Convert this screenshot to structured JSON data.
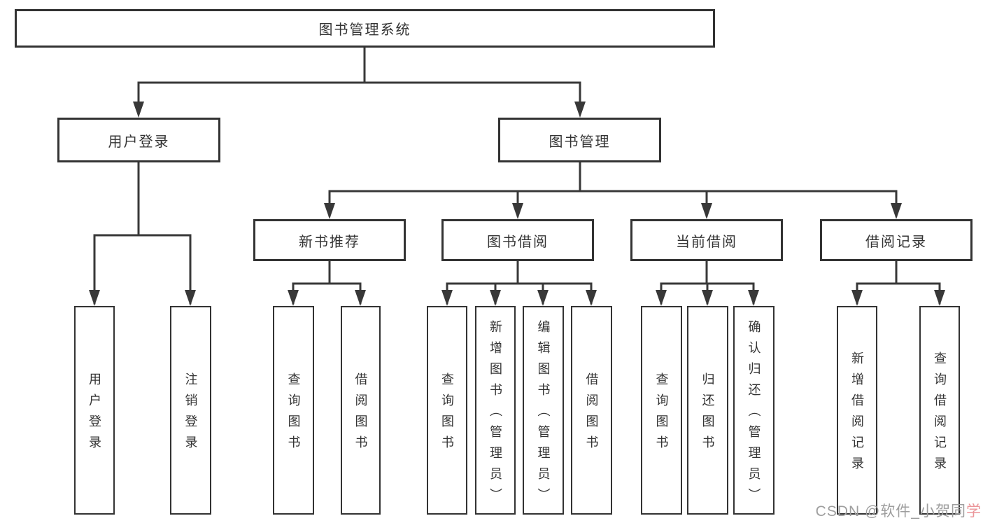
{
  "colors": {
    "line": "#383838",
    "border": "#333333",
    "text": "#333333",
    "watermark_gray": "#9e9e9e",
    "watermark_accent": "#eb9599"
  },
  "tree": {
    "root": {
      "label": "图书管理系统"
    },
    "branches": [
      {
        "label": "用户登录",
        "leaves": [
          {
            "label": "用户登录"
          },
          {
            "label": "注销登录"
          }
        ]
      },
      {
        "label": "图书管理",
        "groups": [
          {
            "label": "新书推荐",
            "leaves": [
              {
                "label": "查询图书"
              },
              {
                "label": "借阅图书"
              }
            ]
          },
          {
            "label": "图书借阅",
            "leaves": [
              {
                "label": "查询图书"
              },
              {
                "label": "新增图书（管理员）"
              },
              {
                "label": "编辑图书（管理员）"
              },
              {
                "label": "借阅图书"
              }
            ]
          },
          {
            "label": "当前借阅",
            "leaves": [
              {
                "label": "查询图书"
              },
              {
                "label": "归还图书"
              },
              {
                "label": "确认归还（管理员）"
              }
            ]
          },
          {
            "label": "借阅记录",
            "leaves": [
              {
                "label": "新增借阅记录"
              },
              {
                "label": "查询借阅记录"
              }
            ]
          }
        ]
      }
    ]
  },
  "watermark": {
    "prefix": "CSDN @软件_小贺同",
    "accent": "学"
  }
}
